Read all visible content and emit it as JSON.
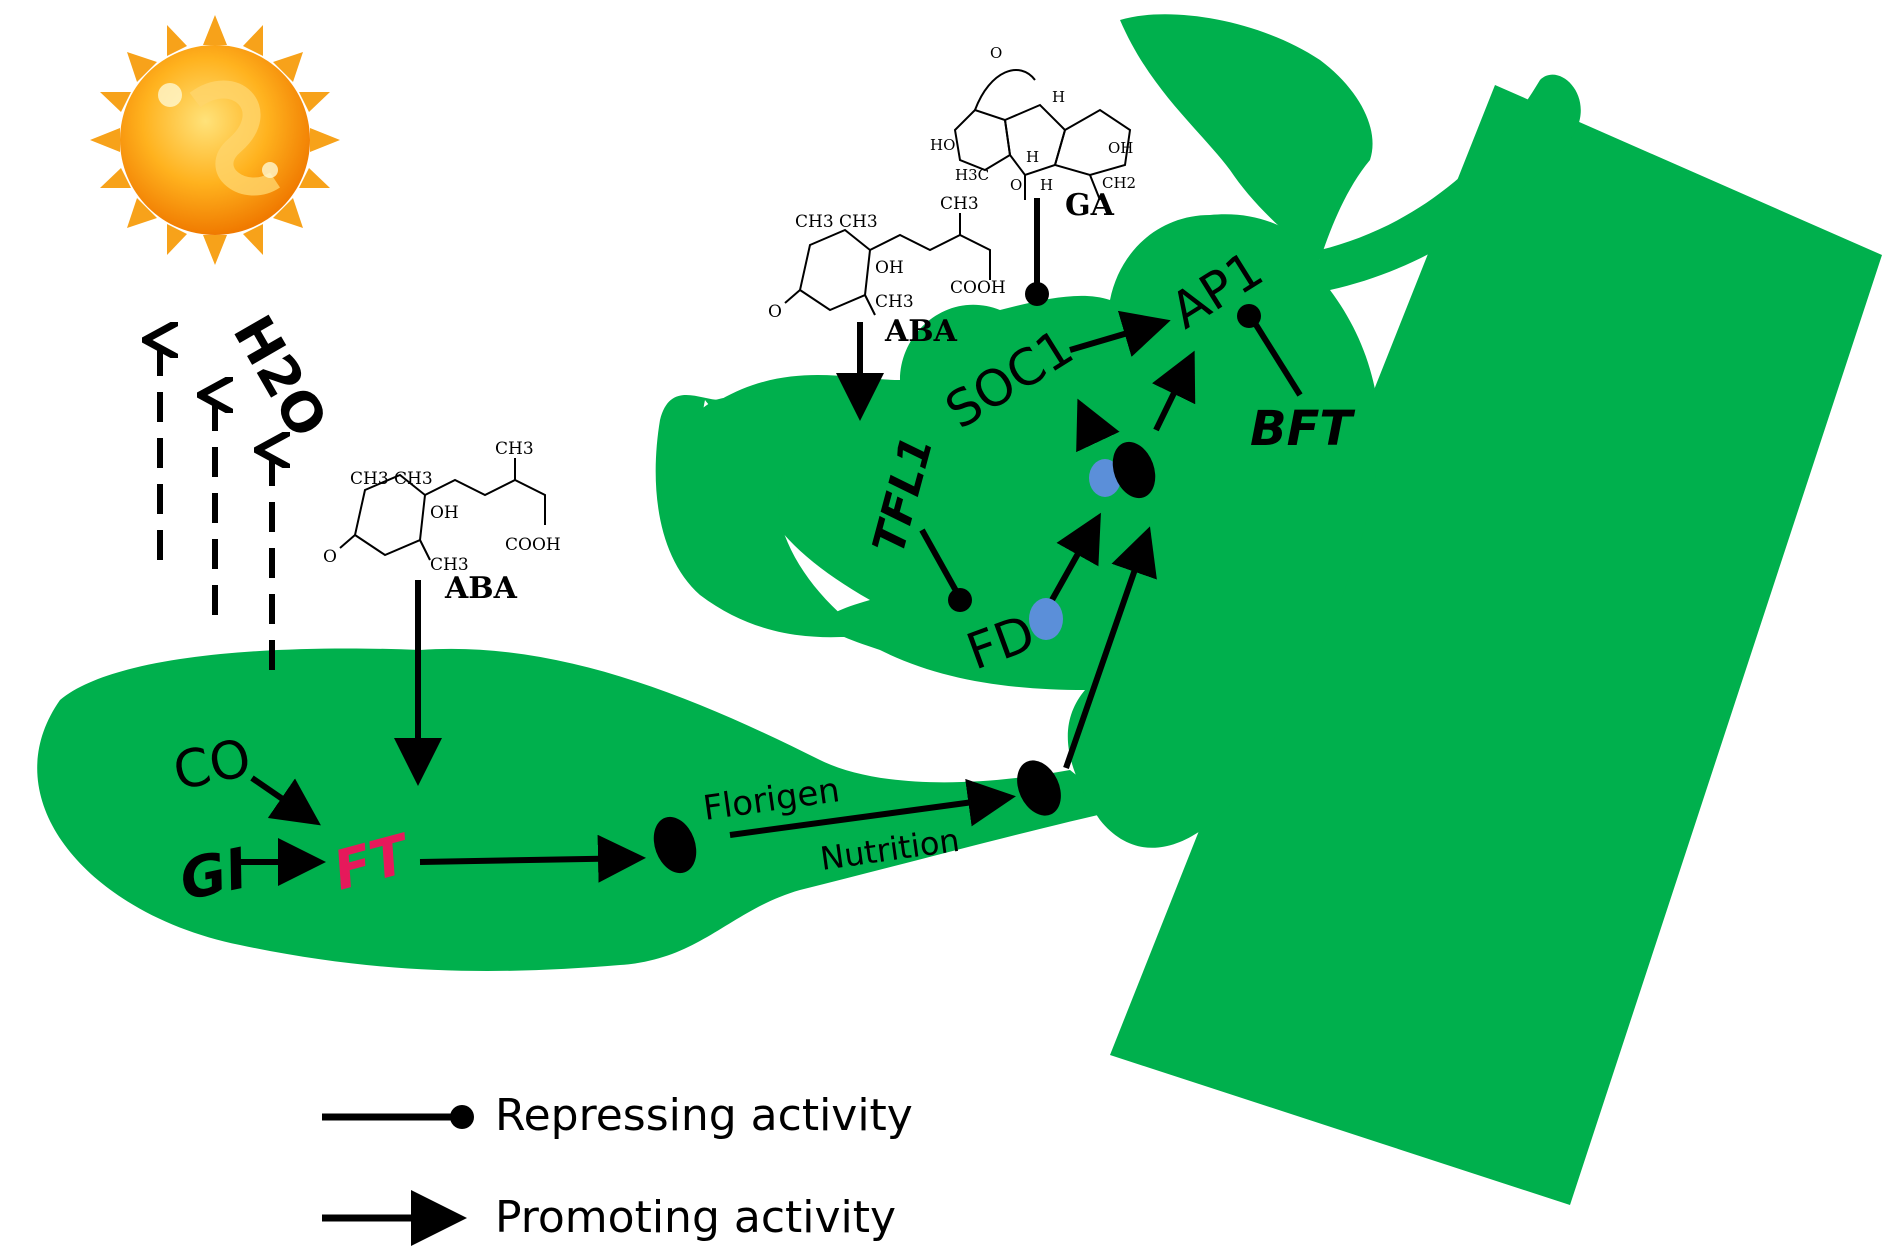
{
  "colors": {
    "plant_green": "#00b04d",
    "ft_pink": "#e6195b",
    "fd_blue": "#5b8fd9",
    "ink": "#000000"
  },
  "icons": [
    "sun-icon",
    "aba-molecule-icon",
    "ga-molecule-icon"
  ],
  "labels": {
    "h2o": "H2O",
    "co": "CO",
    "gi": "GI",
    "ft": "FT",
    "florigen": "Florigen",
    "nutrition": "Nutrition",
    "tfl1": "TFL1",
    "fd": "FD",
    "soc1": "SOC1",
    "ap1": "AP1",
    "bft": "BFT",
    "aba_1": "ABA",
    "aba_2": "ABA",
    "ga": "GA"
  },
  "molecule_text": {
    "aba": {
      "ch3_pair": "CH3  CH3",
      "ch3_top": "CH3",
      "oh": "OH",
      "cooh": "COOH",
      "ch3_bottom": "CH3",
      "o": "O"
    },
    "ga": {
      "o_top": "O",
      "ho": "HO",
      "h3c": "H3C",
      "h1": "H",
      "h2": "H",
      "oh": "OH",
      "ch2": "CH2",
      "cooh_o": "O",
      "cooh_h": "H"
    }
  },
  "legend": {
    "repressing": "Repressing activity",
    "promoting": "Promoting activity"
  }
}
